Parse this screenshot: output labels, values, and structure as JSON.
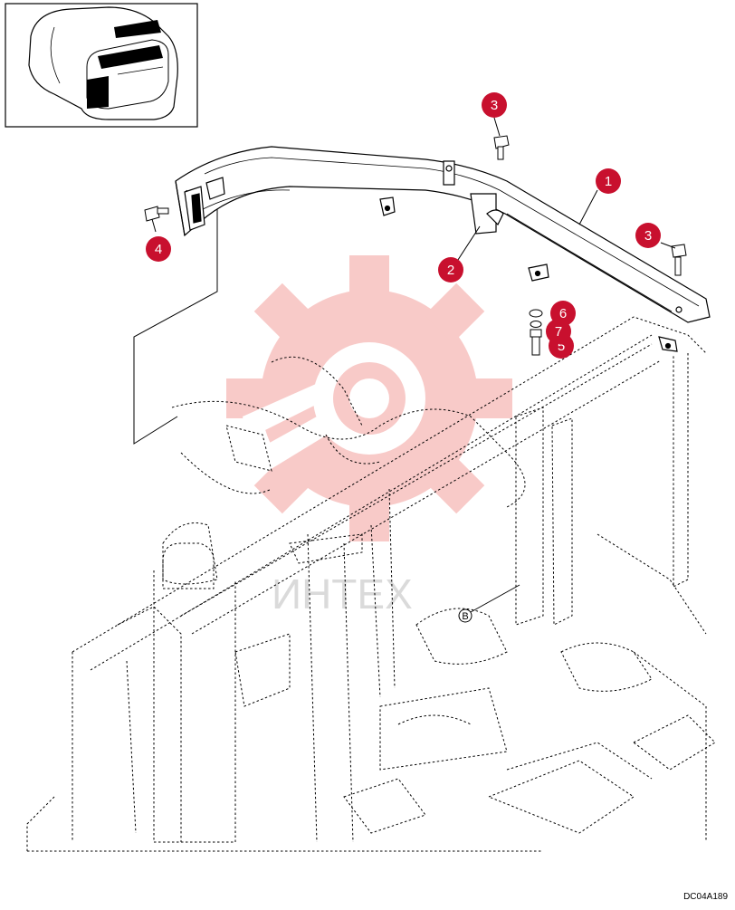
{
  "drawing_code": "DC04A189",
  "watermark_text": "ИНТЕХ",
  "reference_letter": "B",
  "callouts": [
    {
      "label": "1"
    },
    {
      "label": "2"
    },
    {
      "label": "3"
    },
    {
      "label": "3"
    },
    {
      "label": "4"
    },
    {
      "label": "6"
    },
    {
      "label": "7"
    },
    {
      "label": "5"
    }
  ],
  "colors": {
    "callout_fill": "#c8102e",
    "watermark": "#e8453c",
    "line": "#000000"
  }
}
